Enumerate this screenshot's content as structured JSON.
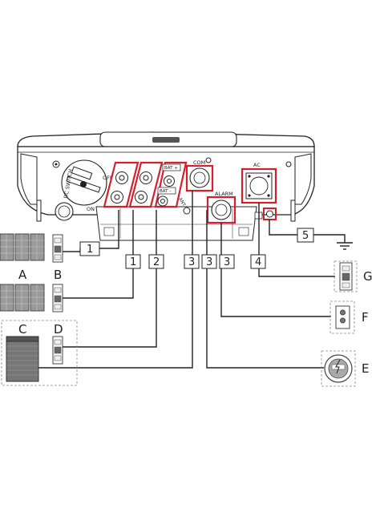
{
  "inverter": {
    "switch_label": "DC SWITCH",
    "switch_on": "ON",
    "switch_off": "OFF",
    "bat_plus": "BAT +",
    "bat_minus": "BAT -",
    "ant": "ANT",
    "com": "COM",
    "alarm": "ALARM",
    "ac": "AC"
  },
  "callouts": {
    "pv_inline": "1",
    "row": [
      "1",
      "2",
      "3",
      "3",
      "3",
      "4"
    ],
    "ground": "5"
  },
  "components": {
    "A": "A",
    "B": "B",
    "C": "C",
    "D": "D",
    "E": "E",
    "F": "F",
    "G": "G"
  },
  "colors": {
    "highlight": "#d5202c",
    "line": "#222222",
    "device_gray": "#9a9a9a"
  }
}
